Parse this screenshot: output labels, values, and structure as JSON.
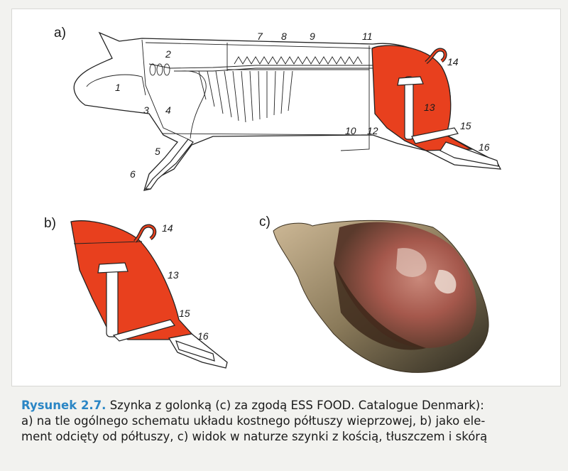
{
  "panels": {
    "a": "a)",
    "b": "b)",
    "c": "c)"
  },
  "labels_a": [
    "1",
    "2",
    "3",
    "4",
    "5",
    "6",
    "7",
    "8",
    "9",
    "10",
    "11",
    "12",
    "13",
    "14",
    "15",
    "16"
  ],
  "labels_b": [
    "13",
    "14",
    "15",
    "16"
  ],
  "caption": {
    "figure": "Rysunek 2.7.",
    "line1": "Szynka z golonką (c) za zgodą ESS FOOD. Catalogue Denmark):",
    "line2": "a) na tle ogólnego schematu układu kostnego półtuszy wieprzowej, b) jako ele-",
    "line3": "ment odcięty od półtuszy, c) widok w naturze szynki z kością, tłuszczem i skórą"
  },
  "colors": {
    "ham": "#e8401e",
    "figure_label": "#2b86c5"
  }
}
